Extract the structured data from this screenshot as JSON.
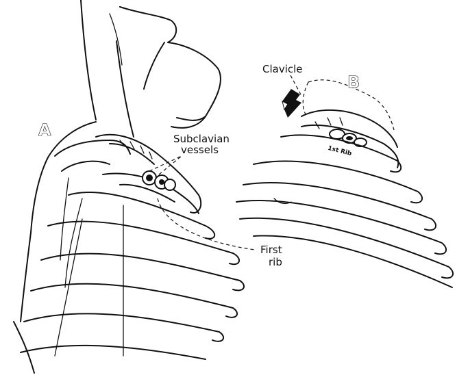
{
  "labels": {
    "panel_a": "A",
    "panel_b": "B",
    "subclavian_line1": "Subclavian",
    "subclavian_line2": "vessels",
    "first_rib_line1": "First",
    "first_rib_line2": "rib",
    "clavicle": "Clavicle",
    "first_rib_inset": "1st Rib"
  }
}
